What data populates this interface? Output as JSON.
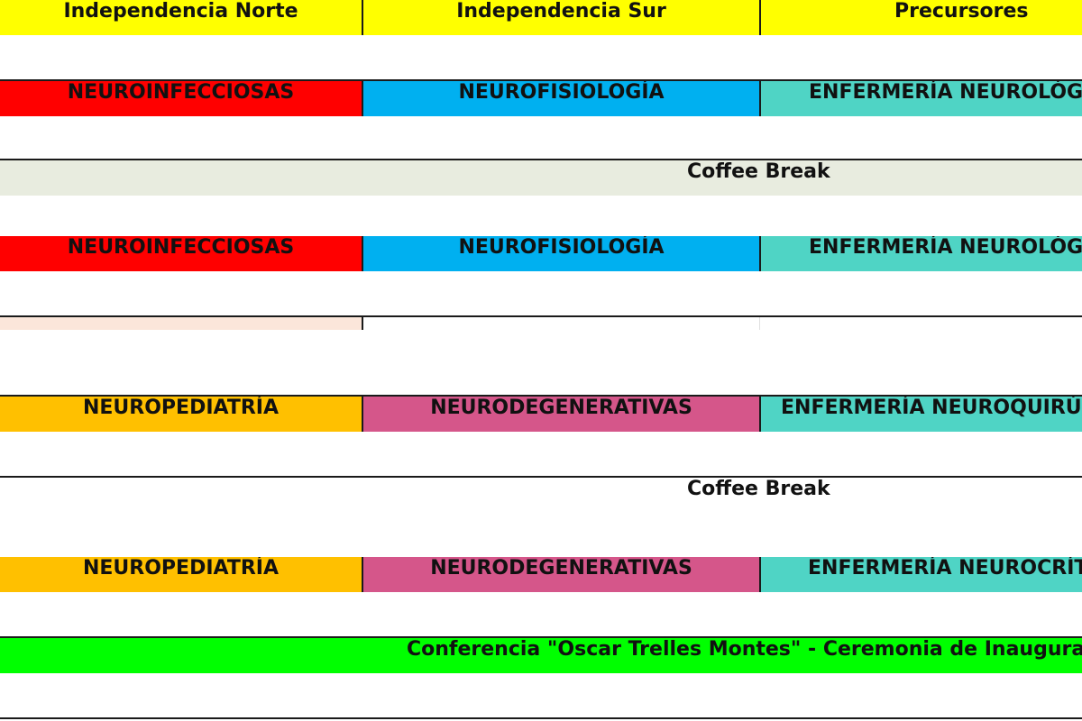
{
  "colors": {
    "header": "#ffff00",
    "neuroinfecciosas": "#ff0000",
    "neurofisiologia": "#00b0f0",
    "enfermeria": "#4fd4c5",
    "coffee_break_1": "#e8ecdf",
    "blank_left": "#fbe6da",
    "neuropediatria": "#ffc000",
    "neurodegenerativas": "#d5568a",
    "conferencia": "#00ff00"
  },
  "header": {
    "col1": "Independencia Norte",
    "col2": "Independencia Sur",
    "col3": "Precursores"
  },
  "rows": [
    {
      "col1": "NEUROINFECCIOSAS",
      "col2": "NEUROFISIOLOGÍA",
      "col3": "ENFERMERÍA NEUROLÓGI"
    },
    {
      "full": "Coffee Break"
    },
    {
      "col1": "NEUROINFECCIOSAS",
      "col2": "NEUROFISIOLOGÍA",
      "col3": "ENFERMERÍA NEUROLÓGI"
    },
    {
      "col1": "",
      "col2": "",
      "col3": ""
    },
    {
      "col1": "NEUROPEDIATRÍA",
      "col2": "NEURODEGENERATIVAS",
      "col3": "ENFERMERÍA NEUROQUIRÚR"
    },
    {
      "full": "Coffee Break"
    },
    {
      "col1": "NEUROPEDIATRÍA",
      "col2": "NEURODEGENERATIVAS",
      "col3": "ENFERMERÍA NEUROCRÍTI"
    },
    {
      "full": "Conferencia \"Oscar Trelles Montes\" - Ceremonia de Inauguraci"
    }
  ]
}
